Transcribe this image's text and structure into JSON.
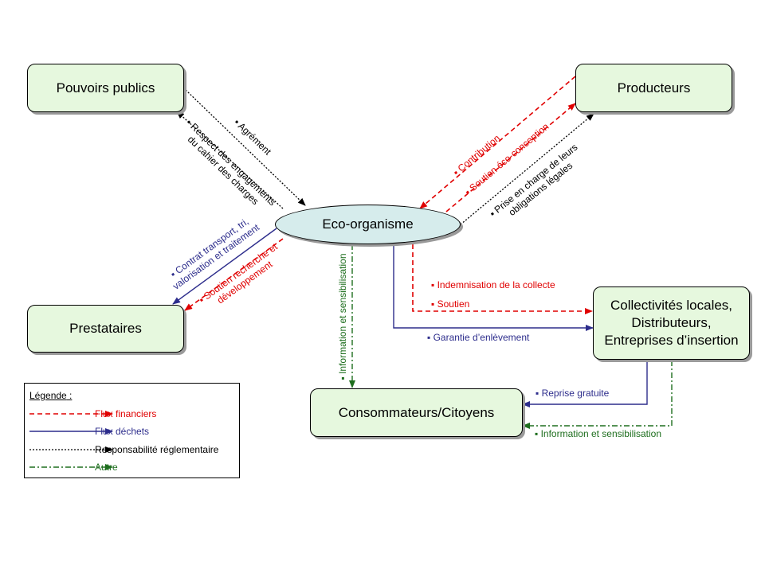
{
  "nodes": {
    "pouvoirs_publics": "Pouvoirs publics",
    "producteurs": "Producteurs",
    "eco_organisme": "Eco-organisme",
    "prestataires": "Prestataires",
    "collectivites_line1": "Collectivités locales,",
    "collectivites_line2": "Distributeurs,",
    "collectivites_line3": "Entreprises d’insertion",
    "consommateurs": "Consommateurs/Citoyens"
  },
  "edges": {
    "agrement": "▪ Agrément",
    "respect_line1": "▪ Respect des engagements",
    "respect_line2": "du cahier des charges",
    "contribution": "▪ Contribution",
    "soutien_eco": "▪ Soutien éco-conception",
    "prise_line1": "▪ Prise en charge de leurs",
    "prise_line2": "obligations légales",
    "contrat_line1": "▪ Contrat transport, tri,",
    "contrat_line2": "valorisation et traitement",
    "soutien_rd_line1": "▪ Soutien recherche et",
    "soutien_rd_line2": "développement",
    "information_vertical": "▪ Information et sensibilisation",
    "indemnisation": "▪ Indemnisation de la collecte",
    "soutien": "▪ Soutien",
    "garantie": "▪ Garantie d’enlèvement",
    "reprise": "▪ Reprise gratuite",
    "information_bottom": "▪ Information et sensibilisation"
  },
  "legend": {
    "title": "Légende",
    "title_suffix": " :",
    "items": [
      {
        "label": "Flux financiers",
        "style": "dashed",
        "color": "#e00000"
      },
      {
        "label": "Flux déchets",
        "style": "solid",
        "color": "#2d2d8c"
      },
      {
        "label": "Responsabilité réglementaire",
        "style": "dotted",
        "color": "#000000"
      },
      {
        "label": "Autre",
        "style": "dashdot",
        "color": "#1e6e1e"
      }
    ]
  }
}
